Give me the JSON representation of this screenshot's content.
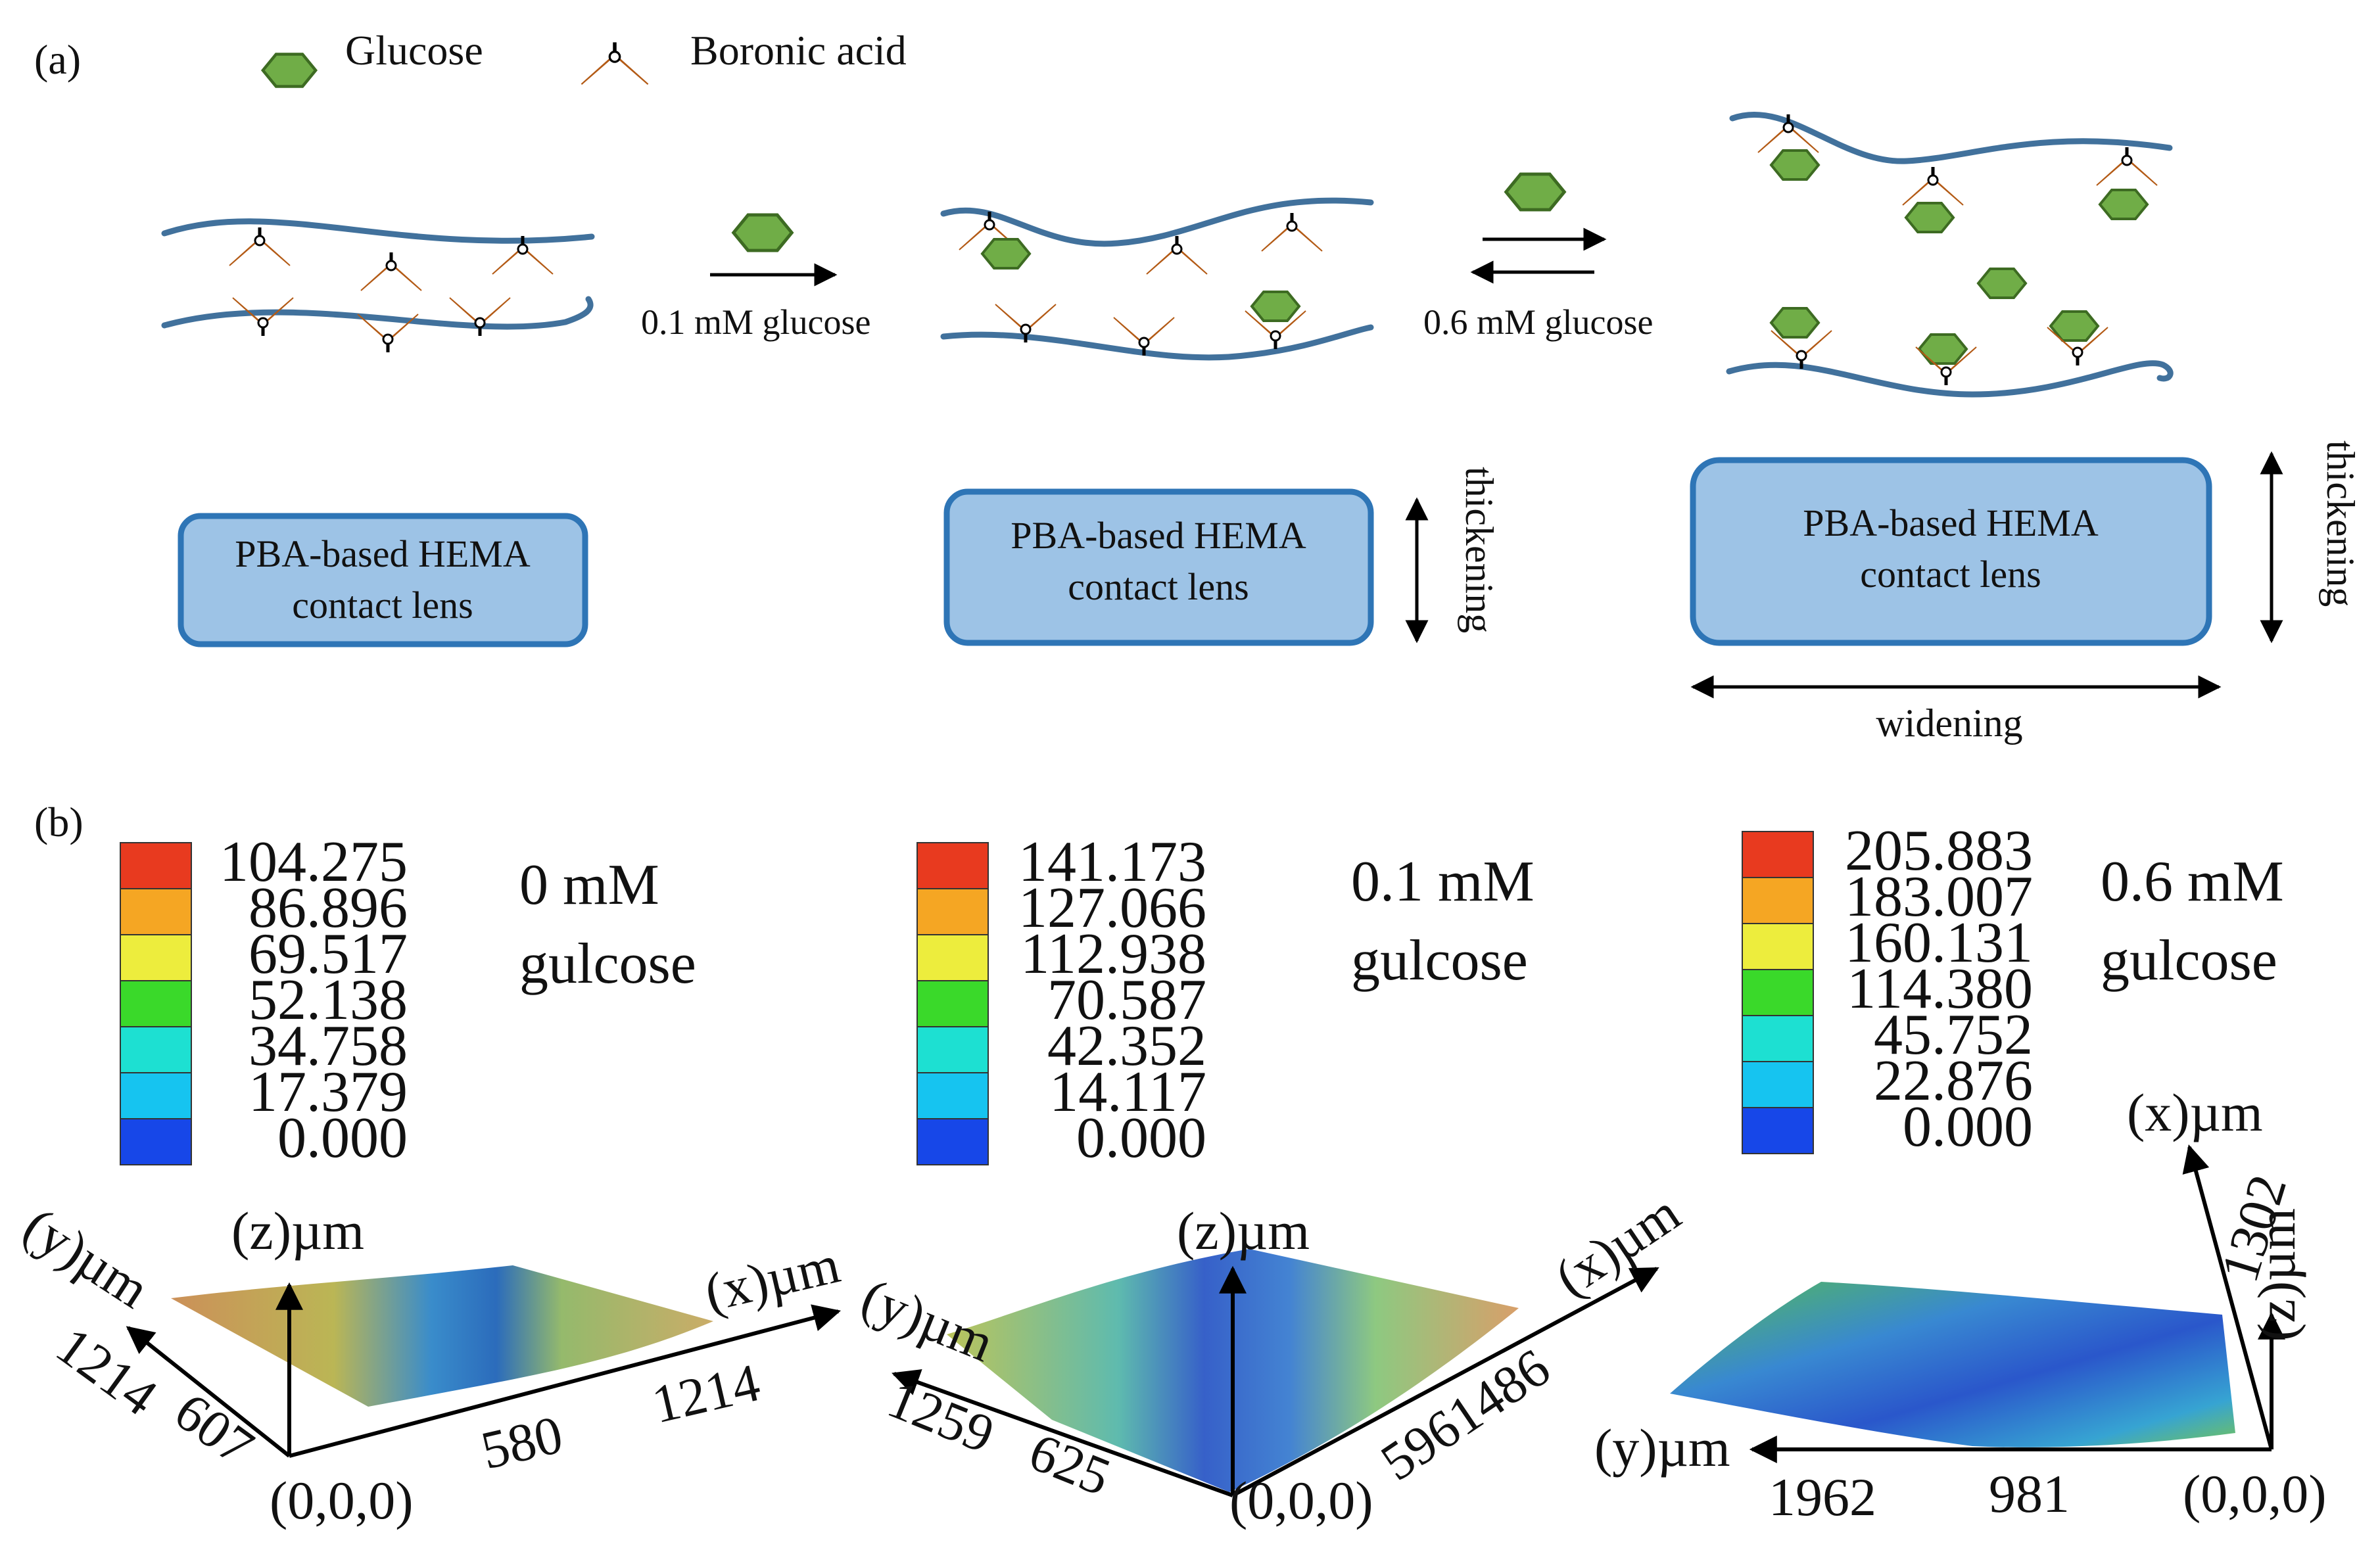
{
  "panel_a": {
    "label": "(a)",
    "legend": {
      "glucose": "Glucose",
      "boronic_acid": "Boronic acid"
    },
    "arrow1_label": "0.1 mM glucose",
    "arrow2_label": "0.6 mM glucose",
    "lens_line1": "PBA-based HEMA",
    "lens_line2": "contact lens",
    "thickening": "thickening",
    "widening": "widening",
    "colors": {
      "chain": "#41719c",
      "glucose": "#70ad47",
      "boronic_acid": "#ed7d31",
      "lens_fill": "#9dc3e6",
      "lens_border": "#2e75b6"
    }
  },
  "panel_b": {
    "label": "(b)",
    "scale_colors": [
      "#e83a1f",
      "#f5a623",
      "#eded3d",
      "#3ad92a",
      "#1de0d2",
      "#16c4f0",
      "#1747e8"
    ],
    "plots": [
      {
        "scale": [
          "104.275",
          "86.896",
          "69.517",
          "52.138",
          "34.758",
          "17.379",
          "0.000"
        ],
        "conc_line1": "0 mM",
        "conc_line2": "gulcose",
        "z_label": "(z)µm",
        "x_label": "(x)µm",
        "y_label": "(y)µm",
        "y_ticks": [
          "1214",
          "607"
        ],
        "x_ticks": [
          "580",
          "1214"
        ],
        "origin": "(0,0,0)"
      },
      {
        "scale": [
          "141.173",
          "127.066",
          "112.938",
          "70.587",
          "42.352",
          "14.117",
          "0.000"
        ],
        "conc_line1": "0.1 mM",
        "conc_line2": "gulcose",
        "z_label": "(z)µm",
        "x_label": "(x)µm",
        "y_label": "(y)µm",
        "y_ticks": [
          "1259",
          "625"
        ],
        "x_ticks": [
          "5961486"
        ],
        "origin": "(0,0,0)"
      },
      {
        "scale": [
          "205.883",
          "183.007",
          "160.131",
          "114.380",
          "45.752",
          "22.876",
          "0.000"
        ],
        "conc_line1": "0.6 mM",
        "conc_line2": "gulcose",
        "z_label": "(z)µm",
        "x_label": "(x)µm",
        "y_label": "(y)µm",
        "y_ticks": [
          "1962",
          "981"
        ],
        "x_ticks": [
          "1302"
        ],
        "origin": "(0,0,0)"
      }
    ]
  }
}
